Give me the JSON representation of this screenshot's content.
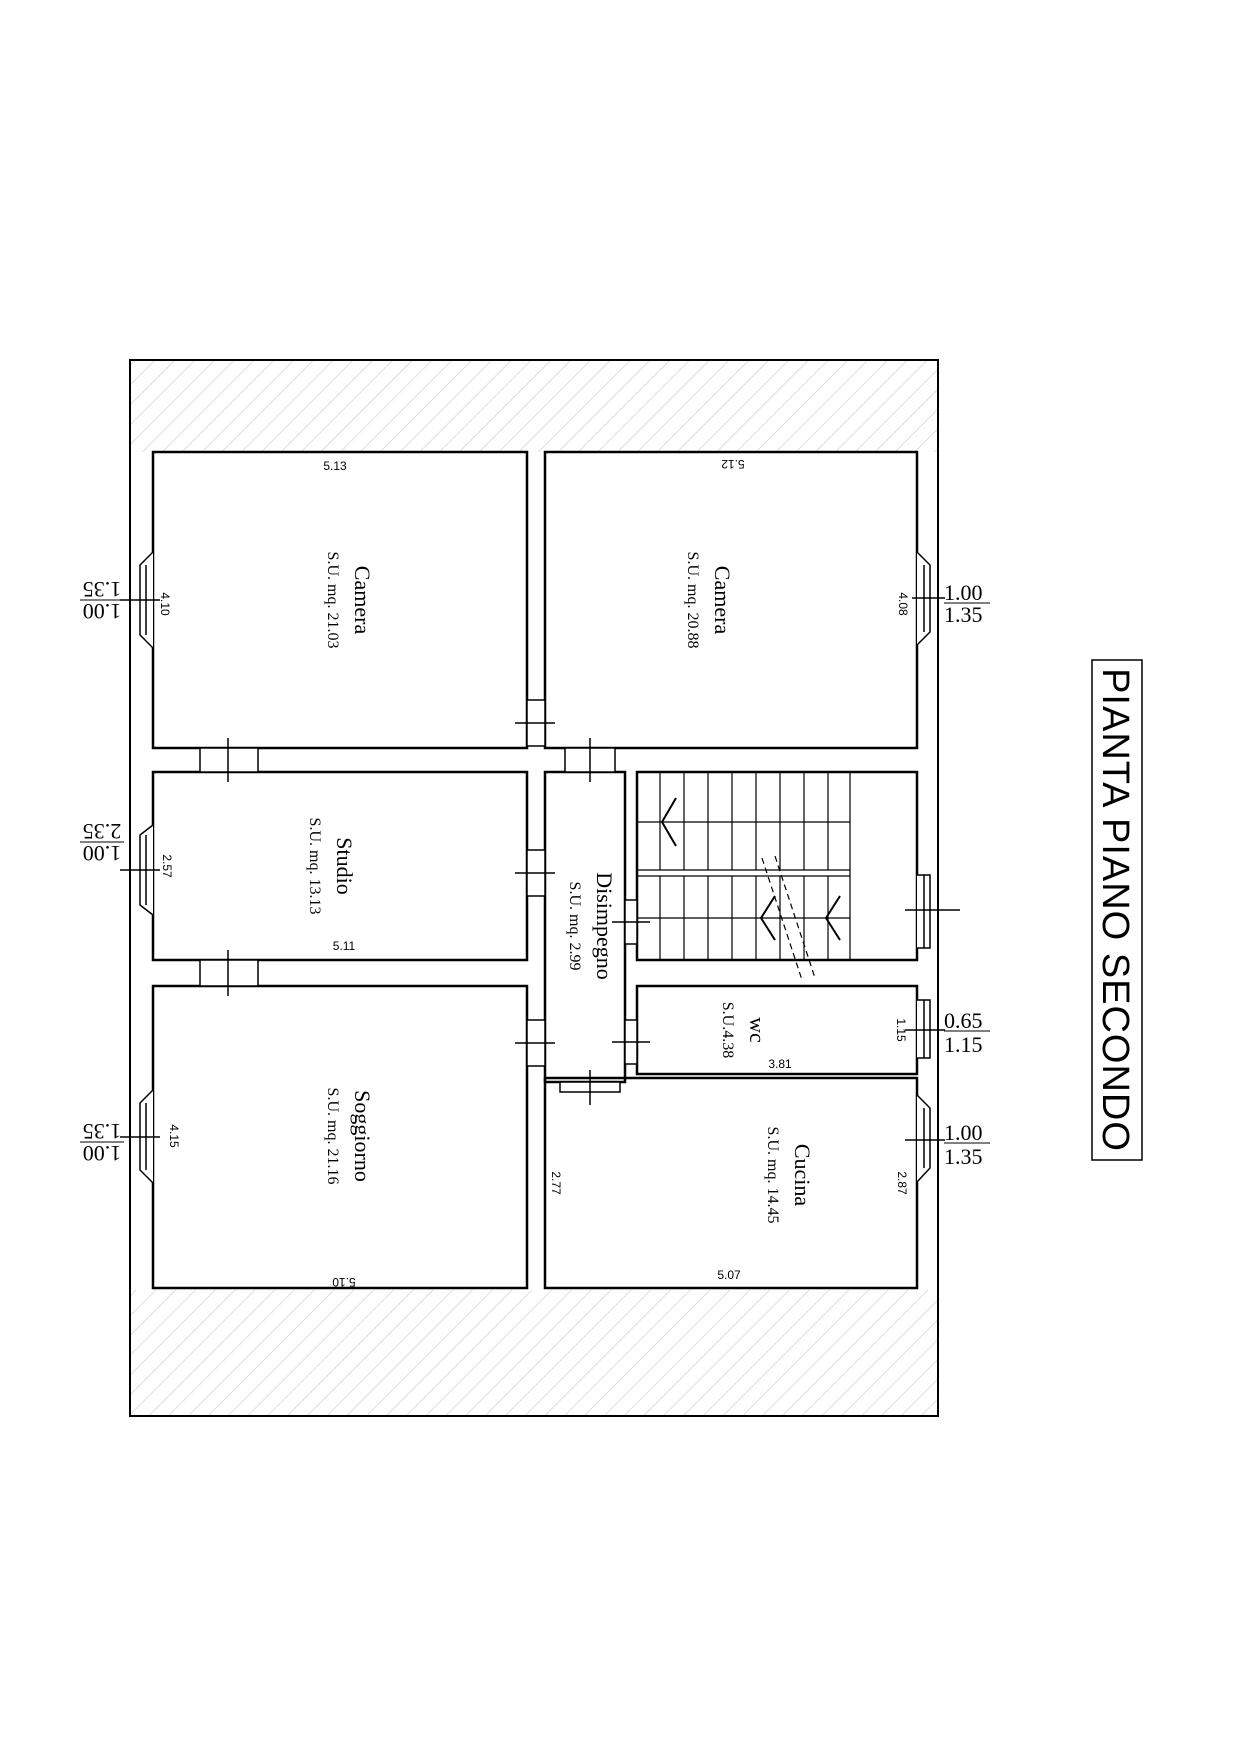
{
  "title": "PIANTA PIANO SECONDO",
  "rooms": {
    "camera_top": {
      "name": "Camera",
      "area": "S.U. mq. 20.88"
    },
    "camera_bottom": {
      "name": "Camera",
      "area": "S.U. mq. 21.03"
    },
    "studio": {
      "name": "Studio",
      "area": "S.U. mq. 13.13"
    },
    "disimpegno": {
      "name": "Disimpegno",
      "area": "S.U. mq. 2.99"
    },
    "wc": {
      "name": "wc",
      "area": "S.U.4.38"
    },
    "cucina": {
      "name": "Cucina",
      "area": "S.U. mq. 14.45"
    },
    "soggiorno": {
      "name": "Soggiorno",
      "area": "S.U. mq. 21.16"
    }
  },
  "dimensions": {
    "d_513": "5.13",
    "d_512": "5.12",
    "d_410": "4.10",
    "d_408": "4.08",
    "d_257": "2.57",
    "d_511": "5.11",
    "d_115": "1.15",
    "d_381": "3.81",
    "d_415": "4.15",
    "d_277": "2.77",
    "d_287": "2.87",
    "d_510": "5.10",
    "d_507": "5.07"
  },
  "windows": {
    "right_1": {
      "a": "1.00",
      "b": "1.35"
    },
    "right_2": {
      "a": "0.65",
      "b": "1.15"
    },
    "right_3": {
      "a": "1.00",
      "b": "1.35"
    },
    "left_1": {
      "a": "1.00",
      "b": "1.35"
    },
    "left_2": {
      "a": "1.00",
      "b": "2.35"
    },
    "left_3": {
      "a": "1.00",
      "b": "1.35"
    }
  }
}
